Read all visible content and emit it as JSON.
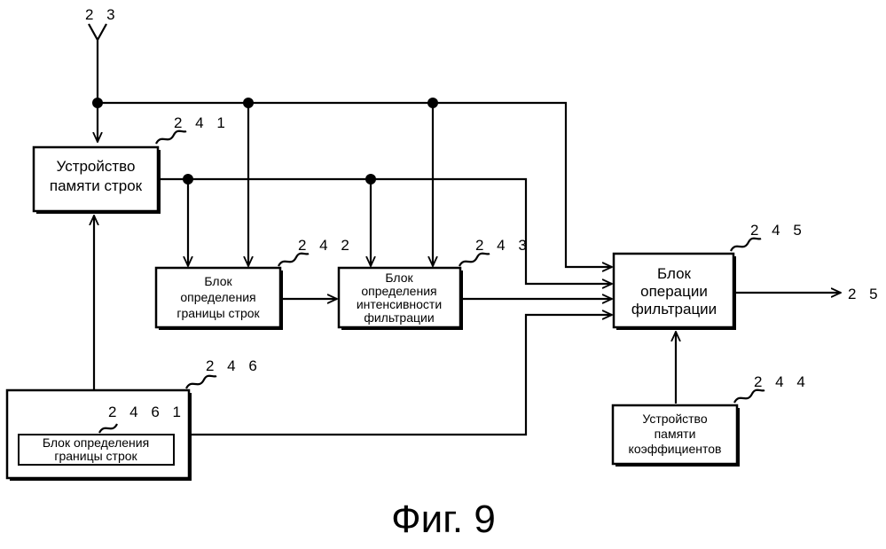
{
  "input_label": "2 3",
  "output_label": "2 5",
  "figure_caption": "Фиг. 9",
  "blocks": {
    "b241": {
      "ref": "2 4 1",
      "lines": [
        "Устройство",
        "памяти строк"
      ]
    },
    "b242": {
      "ref": "2 4 2",
      "lines": [
        "Блок",
        "определения",
        "границы строк"
      ]
    },
    "b243": {
      "ref": "2 4 3",
      "lines": [
        "Блок",
        "определения",
        "интенсивности",
        "фильтрации"
      ]
    },
    "b245": {
      "ref": "2 4 5",
      "lines": [
        "Блок",
        "операции",
        "фильтрации"
      ]
    },
    "b244": {
      "ref": "2 4 4",
      "lines": [
        "Устройство",
        "памяти",
        "коэффициентов"
      ]
    },
    "b246": {
      "ref": "2 4 6"
    },
    "b2461": {
      "ref": "2 4 6 1",
      "lines": [
        "Блок определения",
        "границы строк"
      ]
    }
  }
}
